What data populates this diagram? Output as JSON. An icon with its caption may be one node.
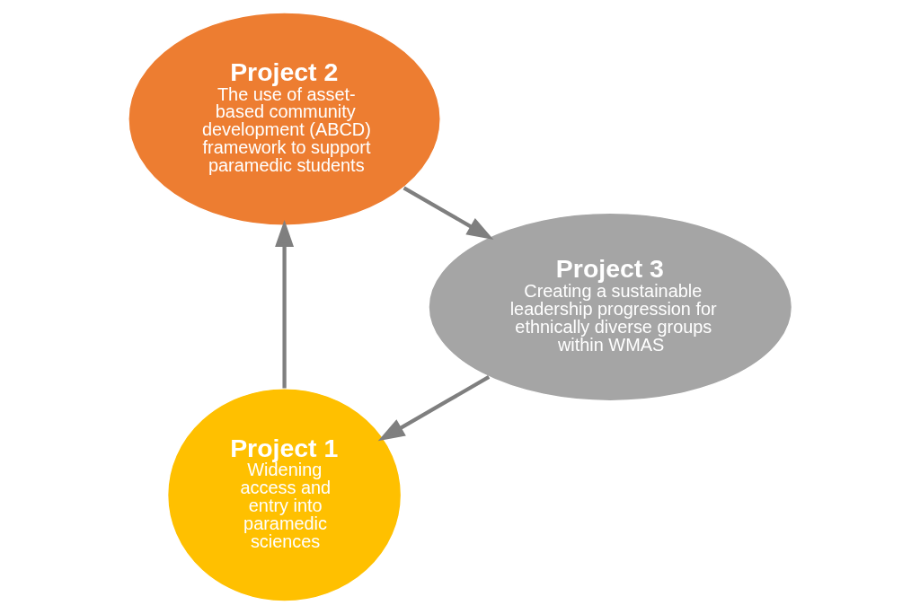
{
  "diagram": {
    "nodes": [
      {
        "text": [
          "Project 1",
          "Widening access and entry into paramedic sciences"
        ]
      },
      {
        "text": [
          "Project 2",
          "The use of asset-based community development (ABCD) framework to support paramedic students"
        ]
      },
      {
        "text": [
          "Project 3",
          "Creating a sustainable leadership progression for ethnically diverse groups within WMAS"
        ]
      }
    ],
    "edges": [
      {
        "from": 0,
        "to": 1,
        "arrow": "to"
      },
      {
        "from": 1,
        "to": 2,
        "arrow": "to"
      },
      {
        "from": 2,
        "to": 0,
        "arrow": "to"
      }
    ]
  }
}
